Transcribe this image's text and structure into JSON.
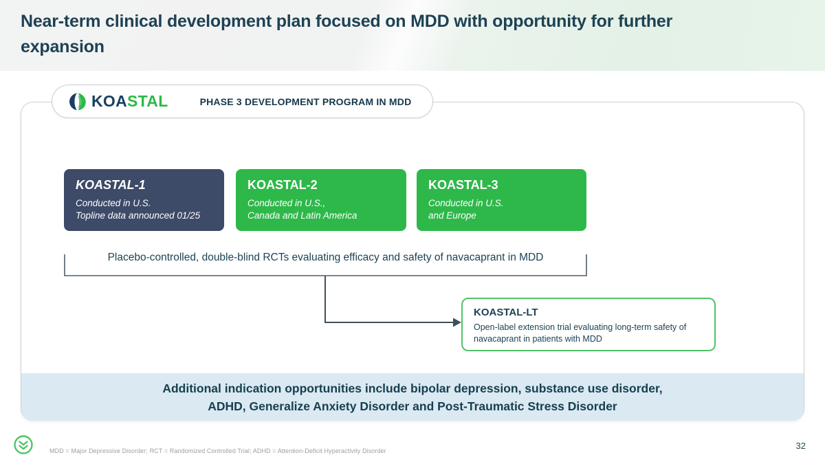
{
  "slide": {
    "title": "Near-term clinical development plan focused on MDD with opportunity for further expansion",
    "page_number": "32",
    "footnote": "MDD = Major Depressive Disorder; RCT = Randomized Controlled Trial; ADHD = Attention-Deficit Hyperactivity Disorder"
  },
  "program_header": {
    "brand_koa": "KOA",
    "brand_stal": "STAL",
    "label": "PHASE 3 DEVELOPMENT PROGRAM IN MDD"
  },
  "trials": [
    {
      "name": "KOASTAL-1",
      "line1": "Conducted in U.S.",
      "line2": "Topline data announced 01/25"
    },
    {
      "name": "KOASTAL-2",
      "line1": "Conducted in U.S.,",
      "line2": "Canada and Latin America"
    },
    {
      "name": "KOASTAL-3",
      "line1": "Conducted in U.S.",
      "line2": "and Europe"
    }
  ],
  "bracket_note": "Placebo-controlled, double-blind RCTs evaluating efficacy and safety of navacaprant in MDD",
  "extension_trial": {
    "name": "KOASTAL-LT",
    "description": "Open-label extension trial evaluating long-term safety of navacaprant in patients with MDD"
  },
  "banner": {
    "text": "Additional indication opportunities include bipolar depression, substance use disorder, ADHD, Generalize Anxiety Disorder and Post-Traumatic Stress Disorder"
  },
  "colors": {
    "title_text": "#1d4254",
    "navy_card": "#3d4a68",
    "green_card": "#2eb84a",
    "brand_navy": "#1b3f63",
    "brand_green": "#2eb84a",
    "extension_border": "#50c369",
    "banner_bg": "#dbe9f2",
    "connector": "#4e5e6a"
  }
}
